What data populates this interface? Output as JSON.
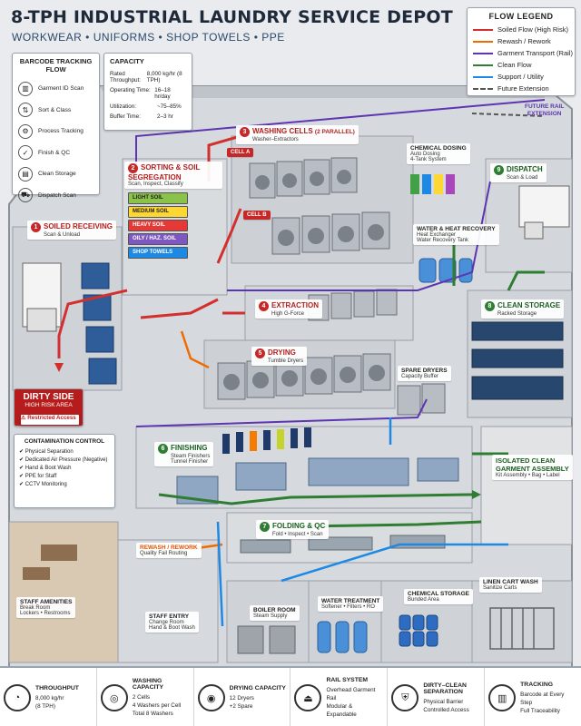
{
  "header": {
    "title": "8-TPH INDUSTRIAL LAUNDRY SERVICE DEPOT",
    "subtitle": "WORKWEAR • UNIFORMS • SHOP TOWELS • PPE"
  },
  "legend": {
    "title": "FLOW LEGEND",
    "items": [
      {
        "label": "Soiled Flow (High Risk)",
        "color": "#d32f2f",
        "dashed": false
      },
      {
        "label": "Rewash / Rework",
        "color": "#ef6c00",
        "dashed": false
      },
      {
        "label": "Garment Transport (Rail)",
        "color": "#5e35b1",
        "dashed": false
      },
      {
        "label": "Clean Flow",
        "color": "#2e7d32",
        "dashed": false
      },
      {
        "label": "Support / Utility",
        "color": "#1e88e5",
        "dashed": false
      },
      {
        "label": "Future Extension",
        "color": "#555555",
        "dashed": true
      }
    ]
  },
  "future_rail": {
    "line1": "FUTURE RAIL",
    "line2": "EXTENSION"
  },
  "barcode_flow": {
    "title": "BARCODE TRACKING FLOW",
    "steps": [
      "Garment ID Scan",
      "Sort & Class",
      "Process Tracking",
      "Finish & QC",
      "Clean Storage",
      "Dispatch Scan"
    ]
  },
  "capacity": {
    "title": "CAPACITY",
    "rows": [
      {
        "label": "Rated Throughput:",
        "value": "8,000 kg/hr (8 TPH)"
      },
      {
        "label": "Operating Time:",
        "value": "16–18 hr/day"
      },
      {
        "label": "Utilization:",
        "value": "~75–85%"
      },
      {
        "label": "Buffer Time:",
        "value": "2–3 hr"
      }
    ]
  },
  "stages": {
    "s1": {
      "num": "1",
      "name": "SOILED RECEIVING",
      "sub": "Scan & Unload"
    },
    "s2": {
      "num": "2",
      "name": "SORTING & SOIL SEGREGATION",
      "sub": "Scan, Inspect, Classify"
    },
    "s3": {
      "num": "3",
      "name": "WASHING CELLS",
      "extra": "(2 PARALLEL)",
      "sub": "Washer–Extractors"
    },
    "s4": {
      "num": "4",
      "name": "EXTRACTION",
      "sub": "High G-Force"
    },
    "s5": {
      "num": "5",
      "name": "DRYING",
      "sub": "Tumble Dryers"
    },
    "s6": {
      "num": "6",
      "name": "FINISHING",
      "sub1": "Steam Finishers",
      "sub2": "Tunnel Finisher"
    },
    "s7": {
      "num": "7",
      "name": "FOLDING & QC",
      "sub": "Fold • Inspect • Scan"
    },
    "s8": {
      "num": "8",
      "name": "CLEAN STORAGE",
      "sub": "Racked Storage"
    },
    "s9": {
      "num": "9",
      "name": "DISPATCH",
      "sub": "Scan & Load"
    }
  },
  "cells": {
    "a": "CELL A",
    "b": "CELL B"
  },
  "soil_classes": [
    {
      "label": "LIGHT SOIL",
      "color": "#8bc34a"
    },
    {
      "label": "MEDIUM SOIL",
      "color": "#fdd835"
    },
    {
      "label": "HEAVY SOIL",
      "color": "#e53935"
    },
    {
      "label": "OILY / HAZ. SOIL",
      "color": "#7e57c2"
    },
    {
      "label": "SHOP TOWELS",
      "color": "#1e88e5"
    }
  ],
  "areas": {
    "chemical_dosing": {
      "name": "CHEMICAL DOSING",
      "l1": "Auto Dosing",
      "l2": "4-Tank System"
    },
    "water_heat": {
      "name": "WATER & HEAT RECOVERY",
      "l1": "Heat Exchanger",
      "l2": "Water Recovery Tank"
    },
    "spare_dryers": {
      "name": "SPARE DRYERS",
      "sub": "Capacity Buffer"
    },
    "isolated": {
      "name1": "ISOLATED CLEAN",
      "name2": "GARMENT ASSEMBLY",
      "sub": "Kit Assembly • Bag • Label"
    },
    "rewash": {
      "name": "REWASH / REWORK",
      "sub": "Quality Fail Routing"
    },
    "linen": {
      "name": "LINEN CART WASH",
      "sub": "Sanitize Carts"
    },
    "staff_amenities": {
      "name": "STAFF AMENITIES",
      "l1": "Break Room",
      "l2": "Lockers • Restrooms"
    },
    "staff_entry": {
      "name": "STAFF ENTRY",
      "l1": "Change Room",
      "l2": "Hand & Boot Wash"
    },
    "boiler": {
      "name": "BOILER ROOM",
      "sub": "Steam Supply"
    },
    "water_treatment": {
      "name": "WATER TREATMENT",
      "sub": "Softener • Filters • RO"
    },
    "chemical_storage": {
      "name": "CHEMICAL STORAGE",
      "sub": "Bunded Area"
    }
  },
  "dirty_side": {
    "title": "DIRTY SIDE",
    "sub": "HIGH RISK AREA",
    "badge": "Restricted Access"
  },
  "contamination": {
    "title": "CONTAMINATION CONTROL",
    "items": [
      "Physical Separation",
      "Dedicated Air Pressure (Negative)",
      "Hand & Boot Wash",
      "PPE for Staff",
      "CCTV Monitoring"
    ]
  },
  "footer": [
    {
      "icon": "gauge-icon",
      "title": "THROUGHPUT",
      "lines": [
        "8,000 kg/hr",
        "(8 TPH)"
      ]
    },
    {
      "icon": "washer-icon",
      "title": "WASHING CAPACITY",
      "lines": [
        "2 Cells",
        "4 Washers per Cell",
        "Total 8 Washers"
      ]
    },
    {
      "icon": "dryer-icon",
      "title": "DRYING CAPACITY",
      "lines": [
        "12 Dryers",
        "+2 Spare"
      ]
    },
    {
      "icon": "hanger-icon",
      "title": "RAIL SYSTEM",
      "lines": [
        "Overhead Garment Rail",
        "Modular & Expandable"
      ]
    },
    {
      "icon": "shield-icon",
      "title": "DIRTY–CLEAN SEPARATION",
      "lines": [
        "Physical Barrier",
        "Controlled Access"
      ]
    },
    {
      "icon": "barcode-icon",
      "title": "TRACKING",
      "lines": [
        "Barcode at Every Step",
        "Full Traceability"
      ]
    }
  ]
}
